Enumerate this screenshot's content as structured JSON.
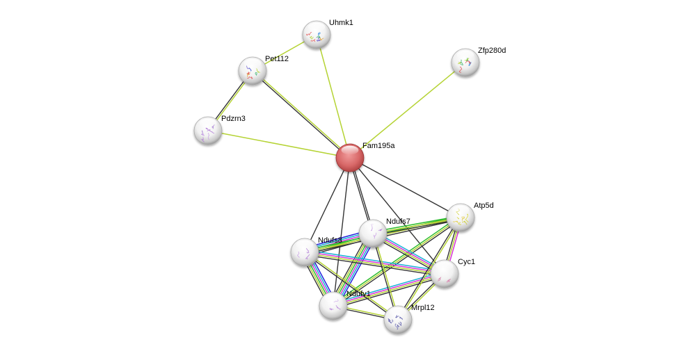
{
  "title": "Protein interaction network",
  "colors": {
    "query_node": "#d95f5f",
    "neighbor_node": "#e8e8e8",
    "textmining": "#b5d334",
    "coexpression": "#333333",
    "database": "#1bb0d6",
    "experiments": "#d633d6",
    "neighborhood": "#2ebd2e",
    "fusion": "#2222dd",
    "homology": "#9bc0c0"
  },
  "nodes": [
    {
      "id": "Fam195a",
      "label": "Fam195a",
      "query": true,
      "glyph": "none"
    },
    {
      "id": "Uhmk1",
      "label": "Uhmk1",
      "query": false,
      "glyph": "rainbow-structure"
    },
    {
      "id": "Pet112",
      "label": "Pet112",
      "query": false,
      "glyph": "rainbow-structure"
    },
    {
      "id": "Pdzrn3",
      "label": "Pdzrn3",
      "query": false,
      "glyph": "purple-structure"
    },
    {
      "id": "Zfp280d",
      "label": "Zfp280d",
      "query": false,
      "glyph": "green-structure"
    },
    {
      "id": "Atp5d",
      "label": "Atp5d",
      "query": false,
      "glyph": "yellow-structure"
    },
    {
      "id": "Ndufs7",
      "label": "Ndufs7",
      "query": false,
      "glyph": "purple-trace"
    },
    {
      "id": "Ndufs8",
      "label": "Ndufs8",
      "query": false,
      "glyph": "purple-trace"
    },
    {
      "id": "Cyc1",
      "label": "Cyc1",
      "query": false,
      "glyph": "pink-trace"
    },
    {
      "id": "Ndufv1",
      "label": "Ndufv1",
      "query": false,
      "glyph": "purple-trace"
    },
    {
      "id": "Mrpl12",
      "label": "Mrpl12",
      "query": false,
      "glyph": "blue-structure"
    }
  ],
  "edges": [
    {
      "a": "Uhmk1",
      "b": "Pet112",
      "evidence": [
        "textmining"
      ]
    },
    {
      "a": "Uhmk1",
      "b": "Fam195a",
      "evidence": [
        "textmining"
      ]
    },
    {
      "a": "Pet112",
      "b": "Pdzrn3",
      "evidence": [
        "textmining",
        "coexpression"
      ]
    },
    {
      "a": "Pet112",
      "b": "Fam195a",
      "evidence": [
        "textmining",
        "coexpression"
      ]
    },
    {
      "a": "Pdzrn3",
      "b": "Fam195a",
      "evidence": [
        "textmining"
      ]
    },
    {
      "a": "Zfp280d",
      "b": "Fam195a",
      "evidence": [
        "textmining"
      ]
    },
    {
      "a": "Fam195a",
      "b": "Ndufs8",
      "evidence": [
        "coexpression"
      ]
    },
    {
      "a": "Fam195a",
      "b": "Ndufv1",
      "evidence": [
        "coexpression"
      ]
    },
    {
      "a": "Fam195a",
      "b": "Ndufs7",
      "evidence": [
        "coexpression",
        "coexpression"
      ]
    },
    {
      "a": "Fam195a",
      "b": "Cyc1",
      "evidence": [
        "coexpression"
      ]
    },
    {
      "a": "Fam195a",
      "b": "Atp5d",
      "evidence": [
        "coexpression"
      ]
    },
    {
      "a": "Ndufs8",
      "b": "Ndufs7",
      "evidence": [
        "fusion",
        "database",
        "experiments",
        "neighborhood",
        "textmining",
        "coexpression"
      ]
    },
    {
      "a": "Ndufs8",
      "b": "Ndufv1",
      "evidence": [
        "fusion",
        "database",
        "experiments",
        "neighborhood",
        "textmining",
        "coexpression"
      ]
    },
    {
      "a": "Ndufs7",
      "b": "Ndufv1",
      "evidence": [
        "fusion",
        "database",
        "experiments",
        "neighborhood",
        "textmining",
        "coexpression"
      ]
    },
    {
      "a": "Ndufs8",
      "b": "Atp5d",
      "evidence": [
        "neighborhood",
        "textmining",
        "coexpression"
      ]
    },
    {
      "a": "Ndufs7",
      "b": "Atp5d",
      "evidence": [
        "neighborhood",
        "textmining",
        "coexpression"
      ]
    },
    {
      "a": "Ndufv1",
      "b": "Atp5d",
      "evidence": [
        "neighborhood",
        "textmining",
        "coexpression"
      ]
    },
    {
      "a": "Ndufs8",
      "b": "Cyc1",
      "evidence": [
        "database",
        "experiments",
        "textmining",
        "coexpression"
      ]
    },
    {
      "a": "Ndufs7",
      "b": "Cyc1",
      "evidence": [
        "database",
        "experiments",
        "textmining",
        "coexpression"
      ]
    },
    {
      "a": "Ndufv1",
      "b": "Cyc1",
      "evidence": [
        "database",
        "experiments",
        "textmining",
        "coexpression"
      ]
    },
    {
      "a": "Atp5d",
      "b": "Cyc1",
      "evidence": [
        "experiments",
        "textmining",
        "coexpression"
      ]
    },
    {
      "a": "Ndufs8",
      "b": "Mrpl12",
      "evidence": [
        "textmining",
        "coexpression"
      ]
    },
    {
      "a": "Ndufs7",
      "b": "Mrpl12",
      "evidence": [
        "textmining",
        "coexpression"
      ]
    },
    {
      "a": "Ndufv1",
      "b": "Mrpl12",
      "evidence": [
        "textmining",
        "coexpression"
      ]
    },
    {
      "a": "Atp5d",
      "b": "Mrpl12",
      "evidence": [
        "textmining",
        "coexpression"
      ]
    },
    {
      "a": "Cyc1",
      "b": "Mrpl12",
      "evidence": [
        "textmining",
        "coexpression"
      ]
    }
  ]
}
